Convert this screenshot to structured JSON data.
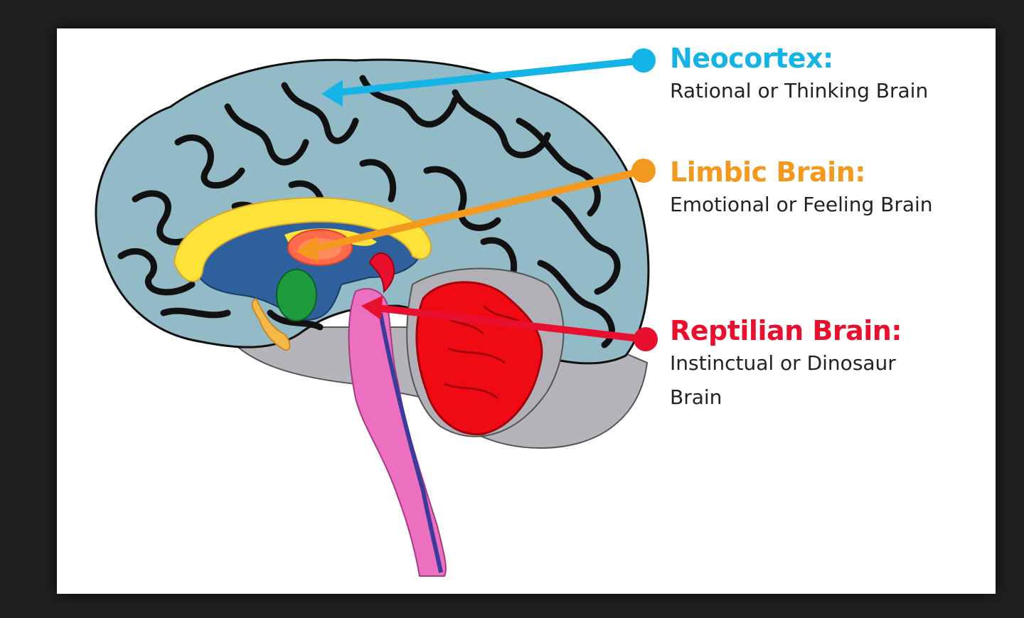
{
  "labels": {
    "neocortex": {
      "title": "Neocortex:",
      "description": "Rational or Thinking Brain",
      "color": "#14b4e6"
    },
    "limbic": {
      "title": "Limbic Brain:",
      "description": "Emotional or Feeling Brain",
      "color": "#f39a1e"
    },
    "reptilian": {
      "title": "Reptilian Brain:",
      "description_line1": "Instinctual or Dinosaur",
      "description_line2": "Brain",
      "color": "#e8102e"
    }
  },
  "colors": {
    "background": "#1f1f1f",
    "panel": "#ffffff",
    "cortex": "#8fb8c4",
    "sulci": "#111111",
    "inner_gray": "#a9a9b0",
    "limbic_yellow": "#ffe33a",
    "limbic_blue": "#2c5fa0",
    "thalamus": "#ff6a4a",
    "amygdala": "#1e9b3c",
    "cerebellum": "#f00a14",
    "brainstem": "#ec6fc0"
  }
}
